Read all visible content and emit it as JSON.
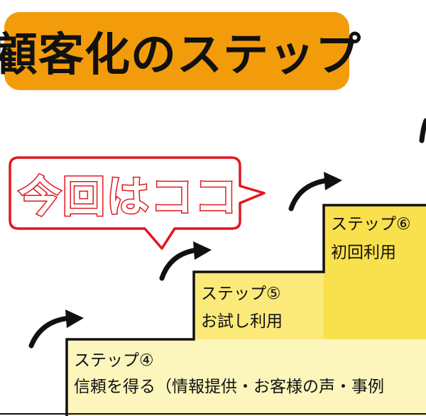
{
  "title": "顧客化のステップ",
  "bubble": "今回はココ",
  "steps": [
    {
      "label": "ステップ④",
      "text": "信頼を得る（情報提供・お客様の声・事例"
    },
    {
      "label": "ステップ⑤",
      "text": "お試し利用"
    },
    {
      "label": "ステップ⑥",
      "text": "初回利用"
    }
  ],
  "colors": {
    "title_bg": "#f29c0b",
    "bubble_red": "#e0181f",
    "step4": "#fcf6bd",
    "step5": "#fbe97a",
    "step6": "#f9e04d",
    "outline": "#111111"
  },
  "icons": [
    "curved-arrow-icon"
  ]
}
